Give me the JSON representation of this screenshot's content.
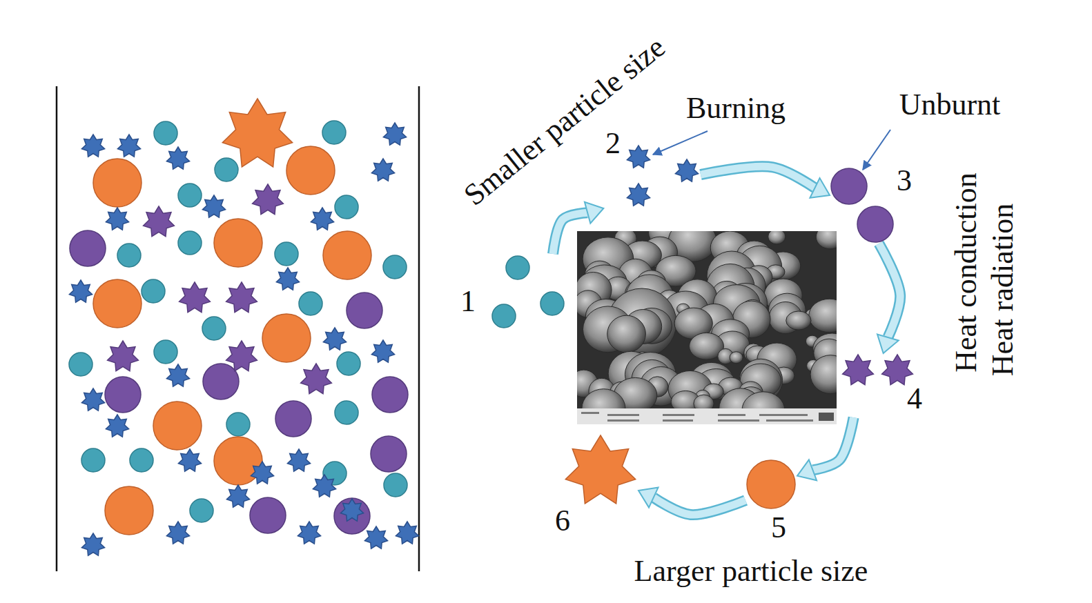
{
  "diagram": {
    "nodes": [
      {
        "text": [
          "1"
        ]
      },
      {
        "text": [
          "2"
        ]
      },
      {
        "text": [
          "3"
        ]
      },
      {
        "text": [
          "4"
        ]
      },
      {
        "text": [
          "5"
        ]
      },
      {
        "text": [
          "6"
        ]
      }
    ],
    "edges": [
      {
        "from": 0,
        "to": 1,
        "arrow": "to"
      },
      {
        "from": 1,
        "to": 2,
        "arrow": "to"
      },
      {
        "from": 2,
        "to": 3,
        "arrow": "to"
      },
      {
        "from": 3,
        "to": 4,
        "arrow": "to"
      },
      {
        "from": 4,
        "to": 5,
        "arrow": "to"
      }
    ],
    "labels": [
      "Smaller particle size",
      "Burning",
      "Unburnt",
      "Heat conduction",
      "Heat radiation",
      "Larger particle size"
    ]
  }
}
